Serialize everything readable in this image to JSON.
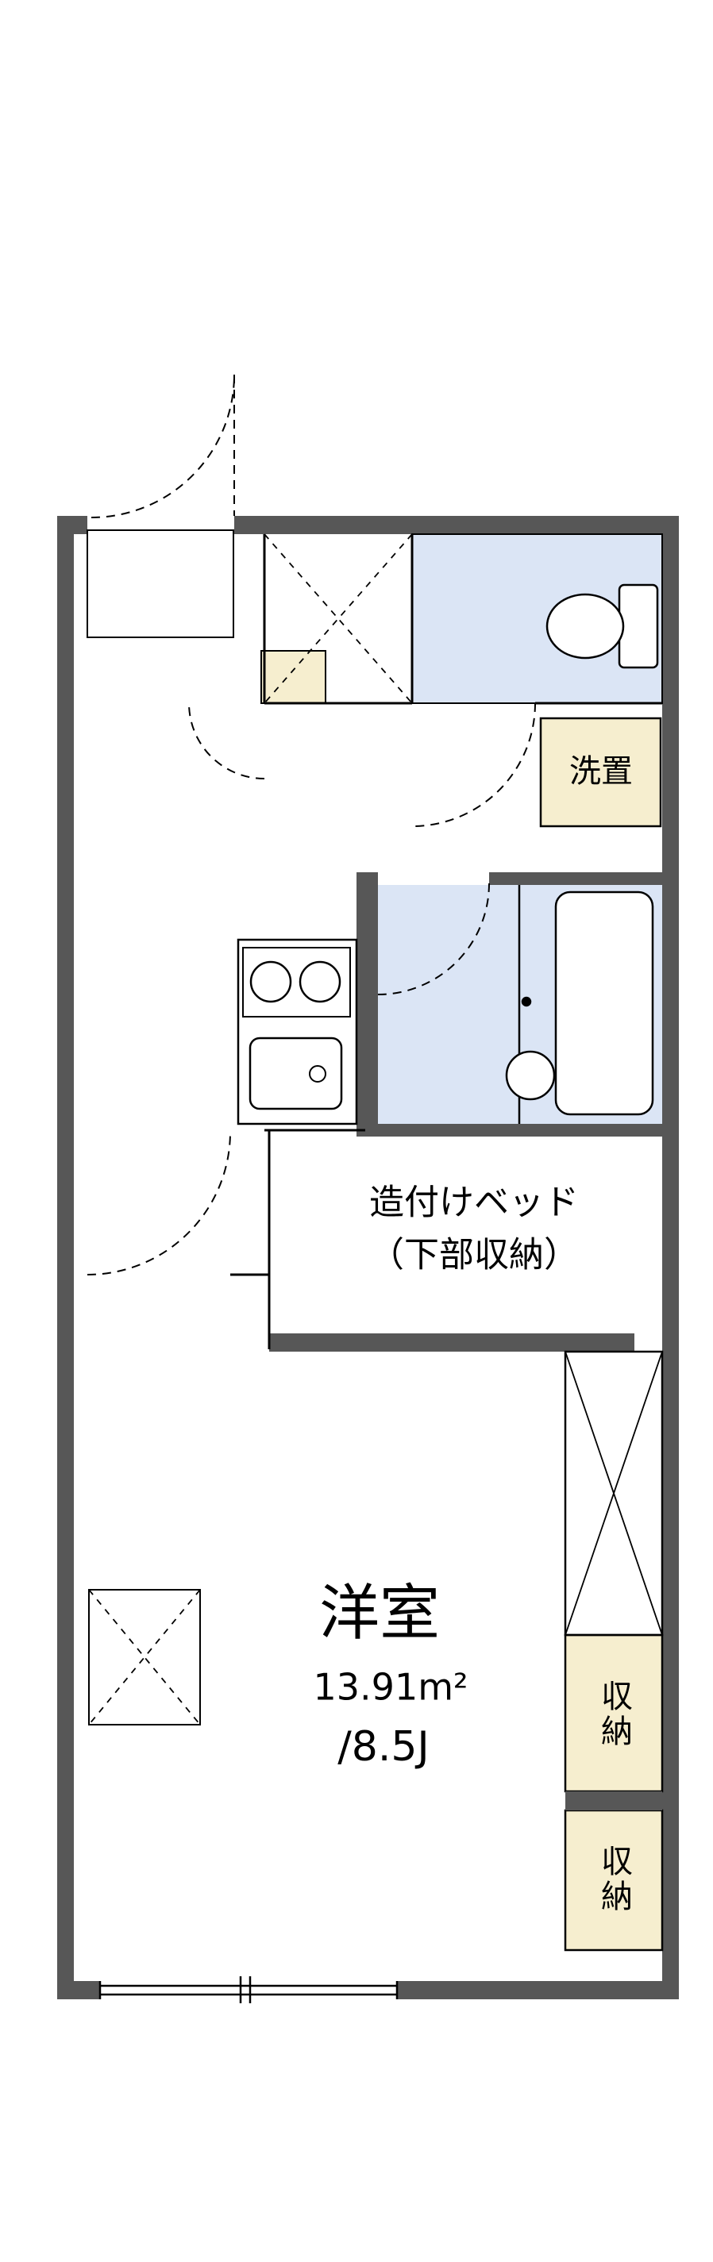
{
  "title": "apartment-floor-plan",
  "colors": {
    "wall": "#575757",
    "wet_area": "#dbe5f5",
    "storage": "#f6eecf",
    "line": "#000000",
    "background": "#ffffff"
  },
  "labels": {
    "washer": "洗置",
    "bed_line1": "造付けベッド",
    "bed_line2": "（下部収納）",
    "room_name": "洋室",
    "room_area": "13.91m²",
    "room_size": "/8.5J",
    "storage_top": "収納",
    "storage_bottom": "収納"
  }
}
